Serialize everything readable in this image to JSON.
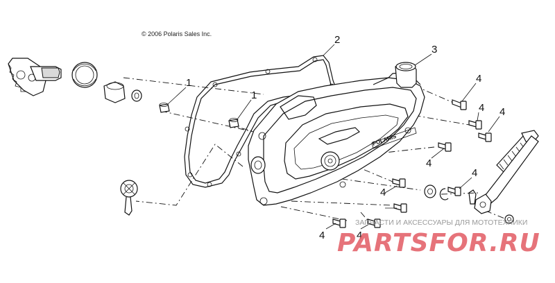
{
  "copyright": "© 2006 Polaris Sales Inc.",
  "cover_text": "POLARIS",
  "callouts": {
    "c1a": "1",
    "c1b": "1",
    "c2": "2",
    "c3": "3",
    "c4a": "4",
    "c4b": "4",
    "c4c": "4",
    "c4d": "4",
    "c4e": "4",
    "c4f": "4",
    "c4g": "4",
    "c4h": "4"
  },
  "watermark": {
    "subtitle": "ЗАПЧАСТИ И АКСЕССУАРЫ ДЛЯ МОТОТЕХНИКИ",
    "logo": "PARTSFOR.RU",
    "color": "#e25b63"
  }
}
